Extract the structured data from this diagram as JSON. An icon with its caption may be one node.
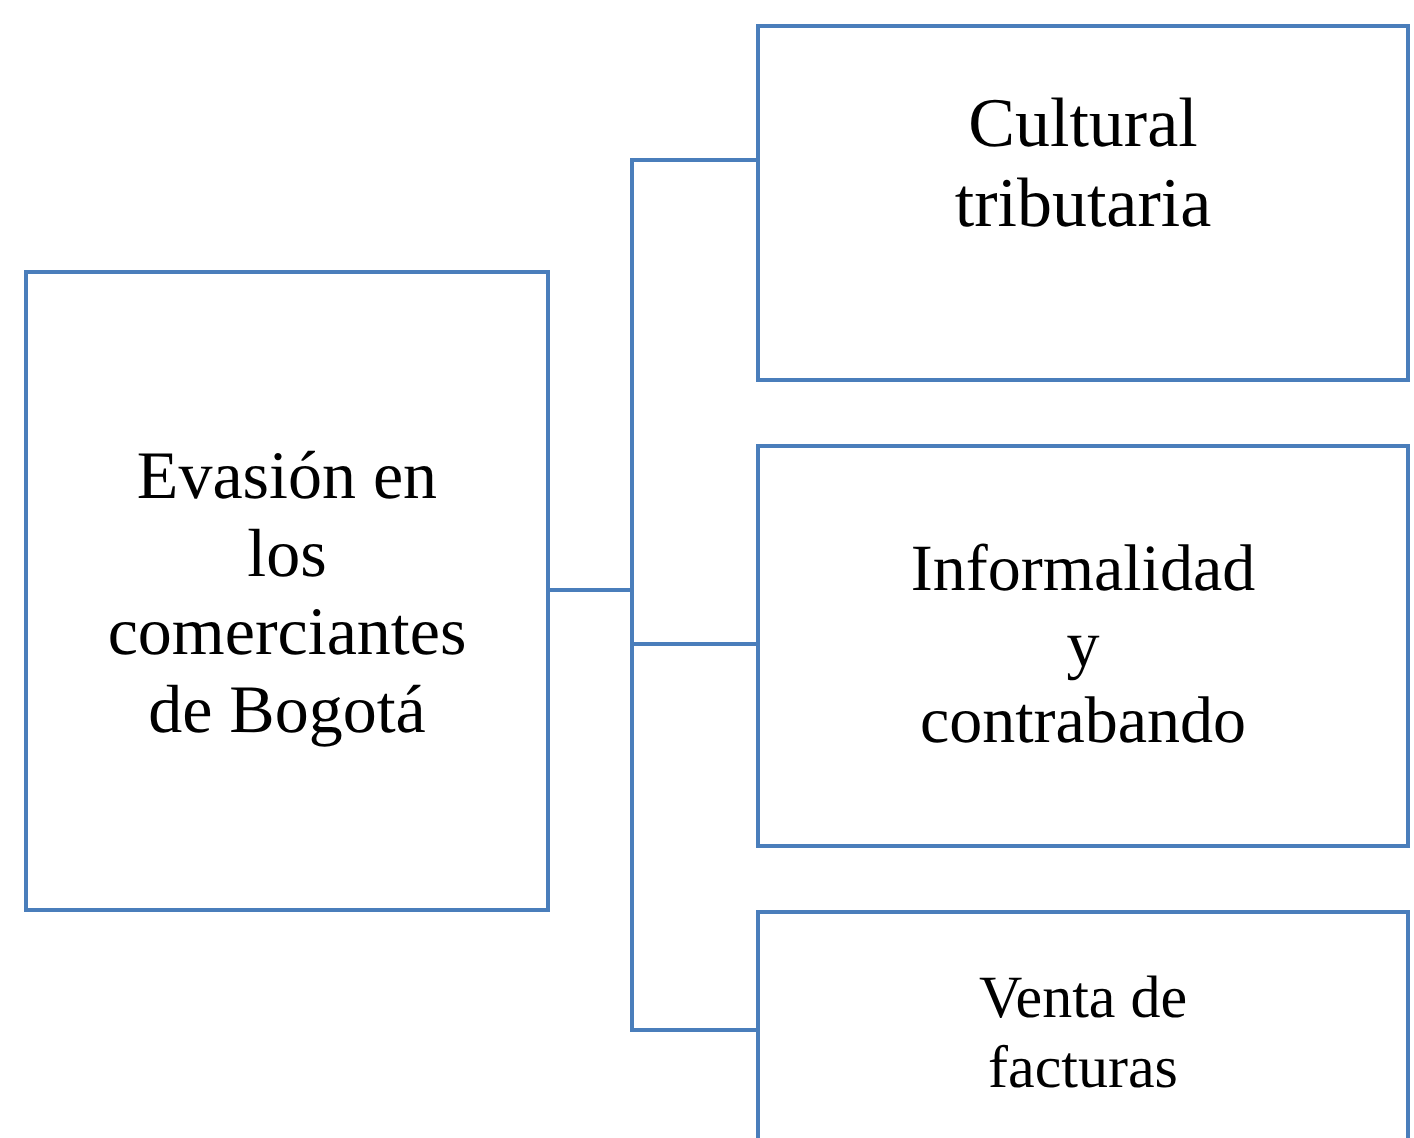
{
  "diagram": {
    "nodes": [
      {
        "text": [
          "Evasión en los comerciantes de Bogotá"
        ]
      },
      {
        "text": [
          "Cultural tributaria"
        ]
      },
      {
        "text": [
          "Informalidad y contrabando"
        ]
      },
      {
        "text": [
          "Venta de facturas"
        ]
      }
    ],
    "edges": [
      {
        "from": 0,
        "to": 1,
        "arrow": "none"
      },
      {
        "from": 0,
        "to": 2,
        "arrow": "none"
      },
      {
        "from": 0,
        "to": 3,
        "arrow": "none"
      }
    ]
  }
}
